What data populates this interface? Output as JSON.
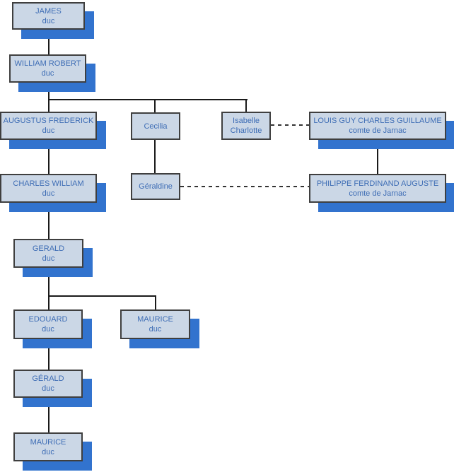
{
  "diagram": {
    "type": "family-tree",
    "nodes": {
      "james": {
        "line1": "JAMES",
        "line2": "duc"
      },
      "william_robert": {
        "line1": "WILLIAM ROBERT",
        "line2": "duc"
      },
      "augustus_frederick": {
        "line1": "AUGUSTUS FREDERICK",
        "line2": "duc"
      },
      "cecilia": {
        "line1": "Cecilia"
      },
      "isabelle_charlotte": {
        "line1": "Isabelle",
        "line2": "Charlotte"
      },
      "louis_guy": {
        "line1": "LOUIS GUY CHARLES GUILLAUME",
        "line2": "comte de Jarnac"
      },
      "charles_william": {
        "line1": "CHARLES WILLIAM",
        "line2": "duc"
      },
      "geraldine": {
        "line1": "Géraldine"
      },
      "philippe": {
        "line1": "PHILIPPE FERDINAND AUGUSTE",
        "line2": "comte de Jarnac"
      },
      "gerald": {
        "line1": "GERALD",
        "line2": "duc"
      },
      "edouard": {
        "line1": "EDOUARD",
        "line2": "duc"
      },
      "maurice_1": {
        "line1": "MAURICE",
        "line2": "duc"
      },
      "gerald_2": {
        "line1": "GÉRALD",
        "line2": "duc"
      },
      "maurice_2": {
        "line1": "MAURICE",
        "line2": "duc"
      }
    },
    "relations": {
      "marriages": [
        [
          "isabelle_charlotte",
          "louis_guy"
        ],
        [
          "geraldine",
          "philippe"
        ]
      ]
    },
    "colors": {
      "background": "#ffffff",
      "box_fill": "#cbd7e6",
      "box_border": "#3f3f3f",
      "box_shadow": "#3273ce",
      "text": "#3e6db5",
      "line": "#1a1a1a",
      "dashed_line": "#333333"
    }
  }
}
